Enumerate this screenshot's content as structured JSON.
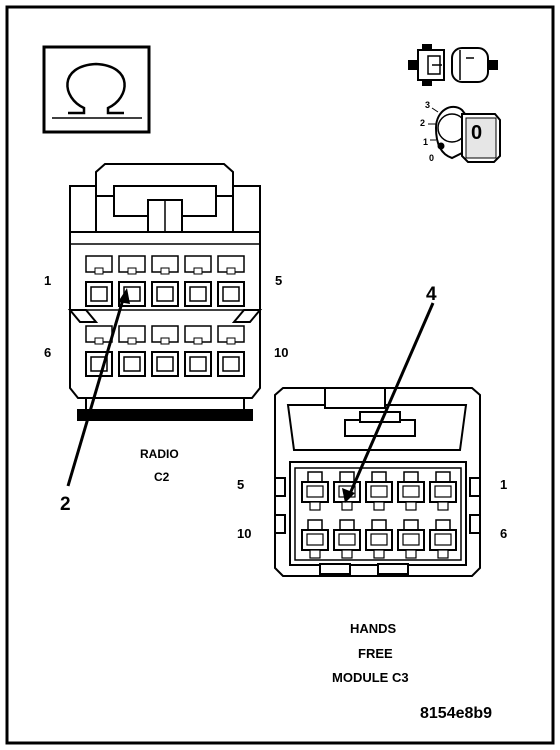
{
  "diagram": {
    "symbols": {
      "ohm": "ohm-meter-icon",
      "key": "ignition-key-icon",
      "connector": "disconnected-connector-icon"
    },
    "ignition": {
      "positions": [
        "3",
        "2",
        "1",
        "0"
      ],
      "key_label": "0"
    },
    "radio_connector": {
      "pin_labels": {
        "top_left": "1",
        "top_right": "5",
        "bottom_left": "6",
        "bottom_right": "10"
      },
      "callout": "2",
      "caption_line1": "RADIO",
      "caption_line2": "C2"
    },
    "hfm_connector": {
      "pin_labels": {
        "top_left": "5",
        "top_right": "1",
        "bottom_left": "10",
        "bottom_right": "6"
      },
      "callout": "4",
      "caption_line1": "HANDS",
      "caption_line2": "FREE",
      "caption_line3": "MODULE C3"
    },
    "figure_code": "8154e8b9"
  }
}
